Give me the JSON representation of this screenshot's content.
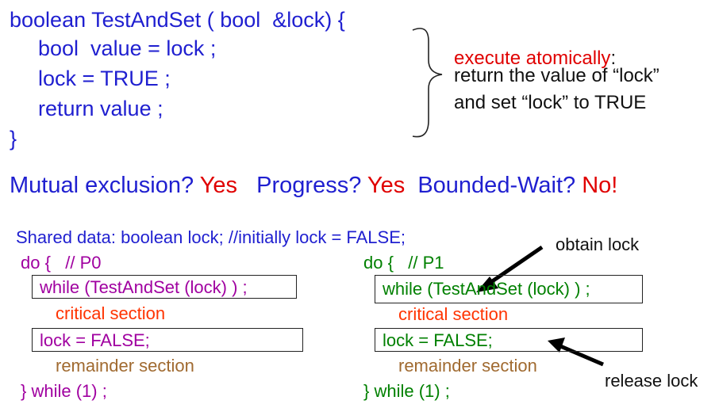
{
  "func": {
    "signature": "boolean TestAndSet ( bool  &lock) {",
    "line1": "bool  value = lock ;",
    "line2": "lock = TRUE ;",
    "line3": "return value ;",
    "close": "}"
  },
  "note": {
    "emph": "execute atomically",
    "colon": ":",
    "line2": "return the value of “lock”",
    "line3": "and set “lock” to TRUE"
  },
  "summary": {
    "me_label": "Mutual exclusion?",
    "me_answer": "Yes",
    "pr_label": "Progress?",
    "pr_answer": "Yes",
    "bw_label": "Bounded-Wait?",
    "bw_answer": "No!"
  },
  "shared": "Shared data: boolean lock; //initially lock = FALSE;",
  "p0": {
    "do": "do {   // P0",
    "while": "while (TestAndSet (lock) ) ;",
    "critical": "critical section",
    "release": "lock = FALSE;",
    "remainder": "remainder section",
    "end": "} while (1) ;"
  },
  "p1": {
    "do": "do {   // P1",
    "while": "while (TestAndSet (lock) ) ;",
    "critical": "critical section",
    "release": "lock = FALSE;",
    "remainder": "remainder section",
    "end": "} while (1) ;"
  },
  "annotations": {
    "obtain": "obtain lock",
    "release": "release lock"
  },
  "colors": {
    "code_blue": "#1f1fd0",
    "answer_red": "#e00000",
    "p0_purple": "#a000a0",
    "p1_green": "#008000",
    "critical_orange": "#ff3300",
    "remainder_brown": "#a06a30"
  }
}
